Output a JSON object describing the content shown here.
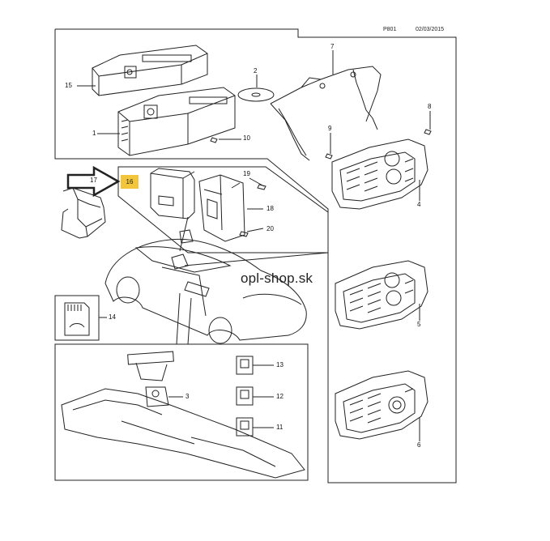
{
  "header": {
    "page_code": "P801",
    "date": "02/03/2015"
  },
  "watermark": "opl-shop.sk",
  "callouts": {
    "c1": "1",
    "c2": "2",
    "c3": "3",
    "c4": "4",
    "c5": "5",
    "c6": "6",
    "c7": "7",
    "c8": "8",
    "c9": "9",
    "c10": "10",
    "c11": "11",
    "c12": "12",
    "c13": "13",
    "c14": "14",
    "c15": "15",
    "c16": "16",
    "c17": "17",
    "c18": "18",
    "c19": "19",
    "c20": "20"
  },
  "colors": {
    "highlight": "#f2c53a",
    "line": "#222222"
  }
}
